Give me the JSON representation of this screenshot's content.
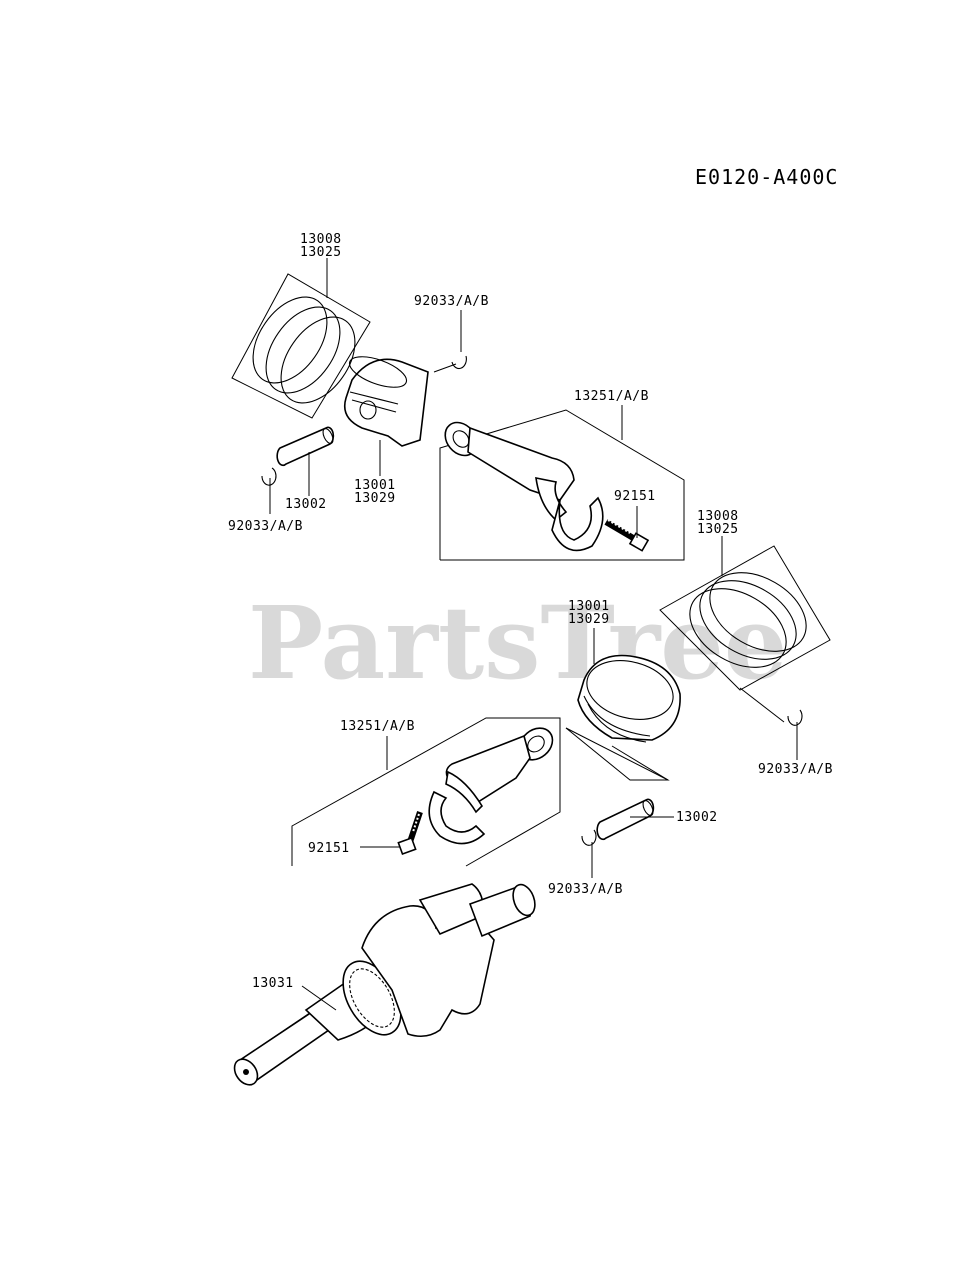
{
  "diagram": {
    "code": "E0120-A400C",
    "watermark": "PartsTree",
    "labels": {
      "rings_top": [
        "13008",
        "13025"
      ],
      "clip_top_right": "92033/A/B",
      "conrod_top": "13251/A/B",
      "bolt_top": "92151",
      "piston_top": [
        "13001",
        "13029"
      ],
      "pin_top": "13002",
      "clip_top_left": "92033/A/B",
      "rings_right": [
        "13008",
        "13025"
      ],
      "piston_right": [
        "13001",
        "13029"
      ],
      "clip_right": "92033/A/B",
      "conrod_bottom": "13251/A/B",
      "bolt_bottom": "92151",
      "pin_bottom": "13002",
      "clip_bottom": "92033/A/B",
      "crankshaft": "13031"
    }
  }
}
